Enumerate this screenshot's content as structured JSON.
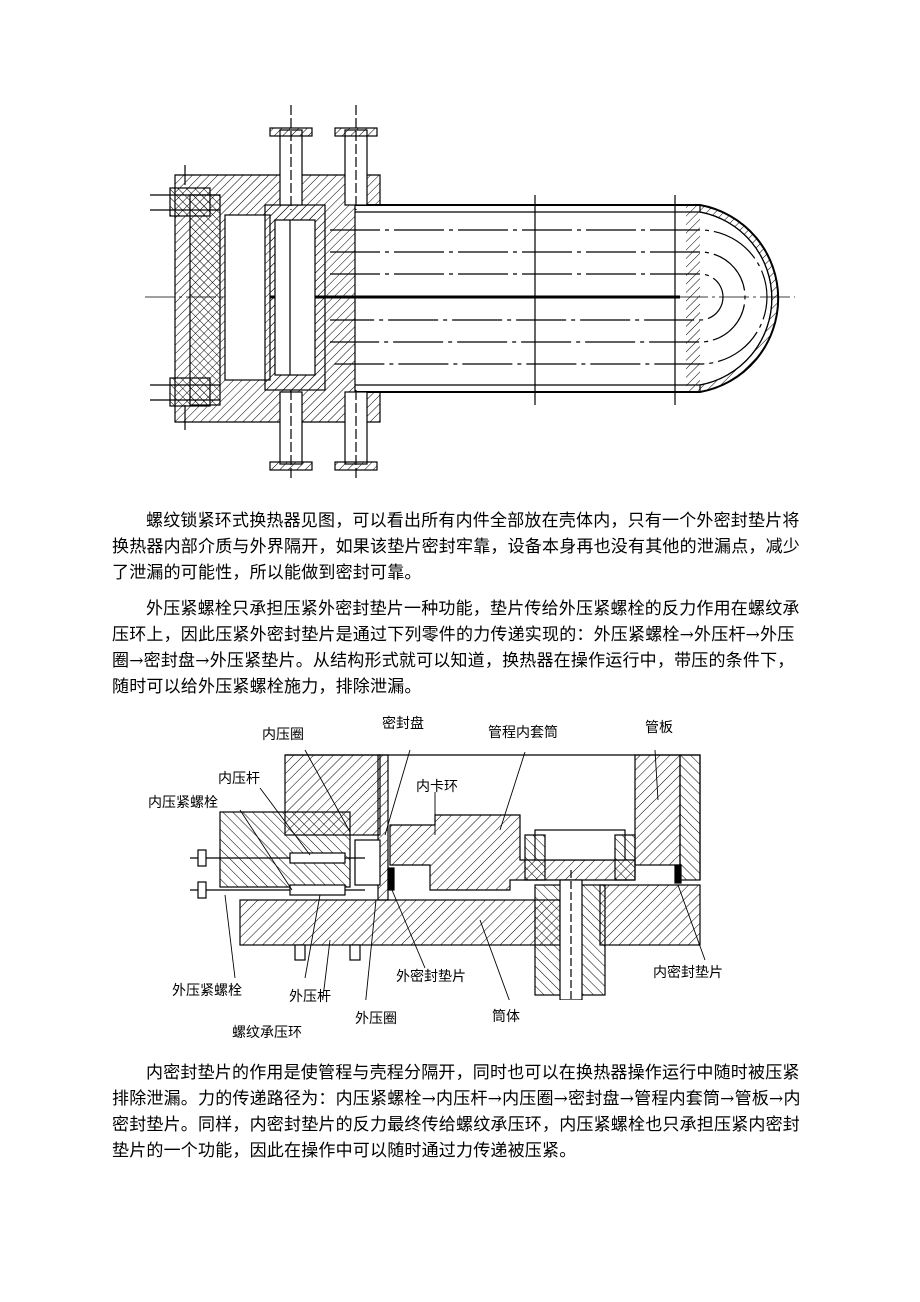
{
  "paragraphs": [
    "螺纹锁紧环式换热器见图，可以看出所有内件全部放在壳体内，只有一个外密封垫片将换热器内部介质与外界隔开，如果该垫片密封牢靠，设备本身再也没有其他的泄漏点，减少了泄漏的可能性，所以能做到密封可靠。",
    "外压紧螺栓只承担压紧外密封垫片一种功能，垫片传给外压紧螺栓的反力作用在螺纹承压环上，因此压紧外密封垫片是通过下列零件的力传递实现的：外压紧螺栓→外压杆→外压圈→密封盘→外压紧垫片。从结构形式就可以知道，换热器在操作运行中，带压的条件下，随时可以给外压紧螺栓施力，排除泄漏。",
    "内密封垫片的作用是使管程与壳程分隔开，同时也可以在换热器操作运行中随时被压紧排除泄漏。力的传递路径为：内压紧螺栓→内压杆→内压圈→密封盘→管程内套筒→管板→内密封垫片。同样，内密封垫片的反力最终传给螺纹承压环，内压紧螺栓也只承担压紧内密封垫片的一个功能，因此在操作中可以随时通过力传递被压紧。"
  ],
  "figure2_labels": {
    "inner_press_ring": "内压圈",
    "seal_disc": "密封盘",
    "tube_inner_sleeve": "管程内套筒",
    "tube_sheet": "管板",
    "inner_press_rod": "内压杆",
    "inner_clamp_ring": "内卡环",
    "inner_bolt": "内压紧螺栓",
    "outer_bolt": "外压紧螺栓",
    "outer_press_rod": "外压杆",
    "outer_gasket": "外密封垫片",
    "inner_gasket": "内密封垫片",
    "outer_press_ring": "外压圈",
    "thread_ring": "螺纹承压环",
    "shell": "筒体"
  }
}
